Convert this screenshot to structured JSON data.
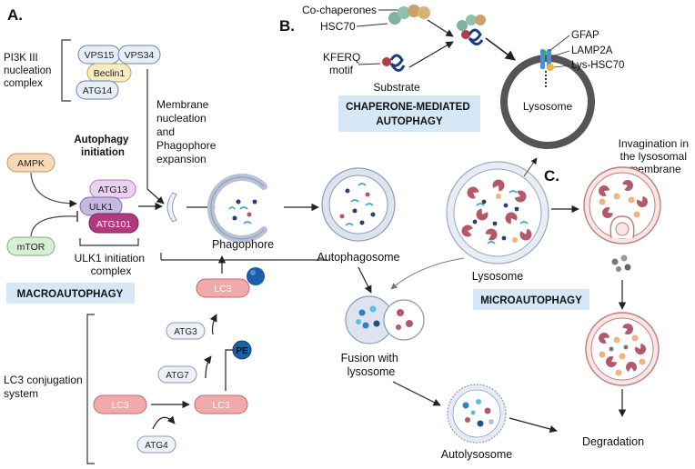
{
  "sections": {
    "a": "A.",
    "b": "B.",
    "c": "C."
  },
  "macro": {
    "pi3k_label": [
      "PI3K III",
      "nucleation",
      "complex"
    ],
    "vps15": "VPS15",
    "vps34": "VPS34",
    "beclin1": "Beclin1",
    "atg14": "ATG14",
    "membrane_label": [
      "Membrane",
      "nucleation",
      "and",
      "Phagophore",
      "expansion"
    ],
    "initiation_label": [
      "Autophagy",
      "initiation"
    ],
    "ampk": "AMPK",
    "mtor": "mTOR",
    "atg13": "ATG13",
    "ulk1": "ULK1",
    "atg101": "ATG101",
    "ulk1_label": [
      "ULK1 initiation",
      "complex"
    ],
    "title": "MACROAUTOPHAGY",
    "phagophore": "Phagophore",
    "autophagosome": "Autophagosome",
    "fusion_label": [
      "Fusion with",
      "lysosome"
    ],
    "autolysosome": "Autolysosome",
    "degradation": "Degradation"
  },
  "lc3": {
    "system_label": [
      "LC3 conjugation",
      "system"
    ],
    "lc3": "LC3",
    "atg3": "ATG3",
    "atg7": "ATG7",
    "atg4": "ATG4",
    "pe": "PE"
  },
  "cma": {
    "cochaperones": "Co-chaperones",
    "hsc70": "HSC70",
    "kferq": [
      "KFERQ",
      "motif"
    ],
    "substrate": "Substrate",
    "gfap": "GFAP",
    "lamp2a": "LAMP2A",
    "lys_hsc70": "Lys-HSC70",
    "lysosome": "Lysosome",
    "title": [
      "CHAPERONE-MEDIATED",
      "AUTOPHAGY"
    ]
  },
  "micro": {
    "lysosome": "Lysosome",
    "invagination": [
      "Invagination in",
      "the lysosomal",
      "membrane"
    ],
    "title": "MICROAUTOPHAGY"
  },
  "colors": {
    "ampk": "#f7d9b8",
    "mtor": "#d8eed7",
    "atg13": "#ead2f0",
    "ulk1": "#c7b8e2",
    "atg101": "#b03a7e",
    "vps": "#e6eef8",
    "beclin": "#f8ecc0",
    "lc3": "#f2a9a9",
    "pe": "#1a5fa8",
    "title_box": "#d6e8f5",
    "lysosome_ring": "#555555",
    "cargo_red": "#b5586a",
    "cargo_orange": "#f2b37e"
  }
}
